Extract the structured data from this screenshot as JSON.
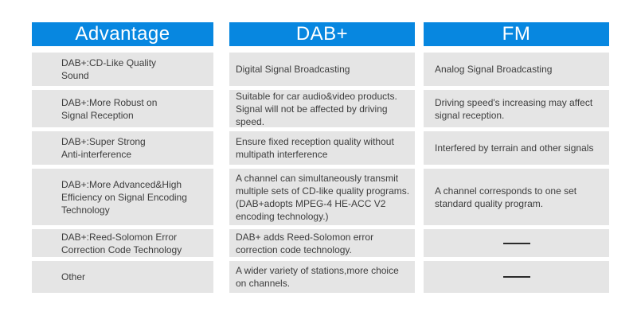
{
  "colors": {
    "header_bg": "#0787e0",
    "header_text": "#ffffff",
    "cell_bg": "#e5e5e5",
    "body_text": "#3d3d3d",
    "dash": "#2b2b2b"
  },
  "table": {
    "columns": [
      {
        "header": "Advantage"
      },
      {
        "header": "DAB+"
      },
      {
        "header": "FM"
      }
    ],
    "rows": [
      {
        "advantage": "DAB+:CD-Like Quality\nSound",
        "dab": "Digital Signal Broadcasting",
        "fm": "Analog Signal Broadcasting"
      },
      {
        "advantage": "DAB+:More Robust on\nSignal Reception",
        "dab": "Suitable for car audio&video products.\nSignal will not be affected by driving\nspeed.",
        "fm": "Driving speed's increasing may affect\nsignal reception."
      },
      {
        "advantage": "DAB+:Super Strong\nAnti-interference",
        "dab": "Ensure fixed reception quality without\nmultipath interference",
        "fm": "Interfered by terrain and other signals"
      },
      {
        "advantage": "DAB+:More Advanced&High\nEfficiency on Signal Encoding\nTechnology",
        "dab": "A channel can simultaneously transmit\nmultiple sets of CD-like quality programs.\n(DAB+adopts MPEG-4 HE-ACC V2\nencoding technology.)",
        "fm": "A channel corresponds to one set\nstandard quality program."
      },
      {
        "advantage": "DAB+:Reed-Solomon Error\nCorrection Code Technology",
        "dab": "DAB+ adds Reed-Solomon error\ncorrection code technology.",
        "fm": "——"
      },
      {
        "advantage": "Other",
        "dab": "A wider variety of stations,more choice\non channels.",
        "fm": "——"
      }
    ]
  },
  "chart_data": {
    "type": "table",
    "title": "DAB+ vs FM advantage comparison",
    "columns": [
      "Advantage",
      "DAB+",
      "FM"
    ],
    "rows": [
      [
        "DAB+:CD-Like Quality Sound",
        "Digital Signal Broadcasting",
        "Analog Signal Broadcasting"
      ],
      [
        "DAB+:More Robust on Signal Reception",
        "Suitable for car audio&video products. Signal will not be affected by driving speed.",
        "Driving speed's increasing may affect signal reception."
      ],
      [
        "DAB+:Super Strong Anti-interference",
        "Ensure fixed reception quality without multipath interference",
        "Interfered by terrain and other signals"
      ],
      [
        "DAB+:More Advanced&High Efficiency on Signal Encoding Technology",
        "A channel can simultaneously transmit multiple sets of CD-like quality programs. (DAB+adopts MPEG-4 HE-ACC V2 encoding technology.)",
        "A channel corresponds to one set standard quality program."
      ],
      [
        "DAB+:Reed-Solomon Error Correction Code Technology",
        "DAB+ adds Reed-Solomon error correction code technology.",
        "——"
      ],
      [
        "Other",
        "A wider variety of stations,more choice on channels.",
        "——"
      ]
    ]
  }
}
